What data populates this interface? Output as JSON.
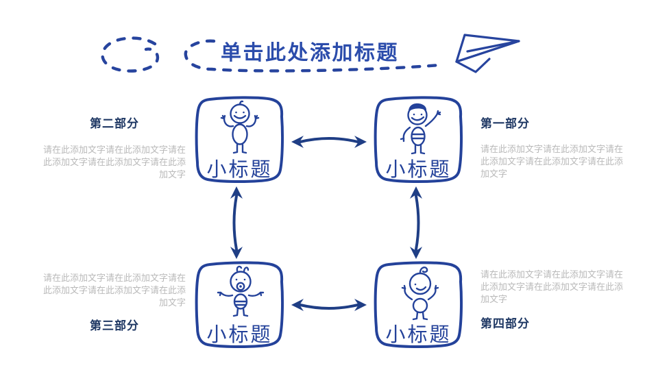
{
  "title": "单击此处添加标题",
  "colors": {
    "primary_blue": "#27449e",
    "title_blue": "#2b4cab",
    "heading_navy": "#1f3864",
    "placeholder_gray": "#b9b9b9"
  },
  "nodes": [
    {
      "label": "小标题",
      "figure": "baby-arms-up"
    },
    {
      "label": "小标题",
      "figure": "boy-waving"
    },
    {
      "label": "小标题",
      "figure": "baby-pacifier"
    },
    {
      "label": "小标题",
      "figure": "child-with-curl"
    }
  ],
  "sections": [
    {
      "heading": "第二部分",
      "body": "请在此添加文字请在此添加文字请在此添加文字请在此添加文字请在此添加文字"
    },
    {
      "heading": "第一部分",
      "body": "请在此添加文字请在此添加文字请在此添加文字请在此添加文字请在此添加文字"
    },
    {
      "heading": "第三部分",
      "body": "请在此添加文字请在此添加文字请在此添加文字请在此添加文字请在此添加文字"
    },
    {
      "heading": "第四部分",
      "body": "请在此添加文字请在此添加文字请在此添加文字请在此添加文字请在此添加文字"
    }
  ]
}
